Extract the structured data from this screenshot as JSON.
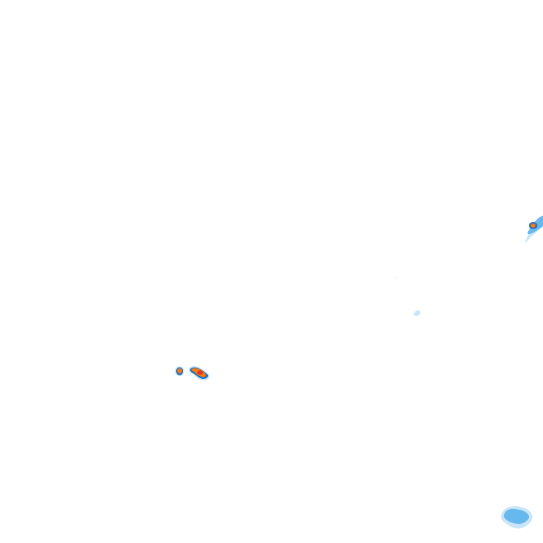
{
  "map": {
    "type": "precipitation-radar-tile",
    "background": "#ffffff",
    "palette": {
      "light": "#bfe0f7",
      "medium": "#5cb3eb",
      "heavy": "#1f6fc0",
      "intense": "#f57a14",
      "extreme": "#e8321c"
    }
  },
  "echoes": [
    {
      "name": "echo-cluster-east-edge",
      "intensity": "intense"
    },
    {
      "name": "echo-cluster-center-faint",
      "intensity": "light"
    },
    {
      "name": "echo-cluster-southwest-small",
      "intensity": "intense"
    },
    {
      "name": "echo-cluster-southwest-main",
      "intensity": "extreme"
    },
    {
      "name": "echo-cluster-southeast",
      "intensity": "medium"
    }
  ]
}
